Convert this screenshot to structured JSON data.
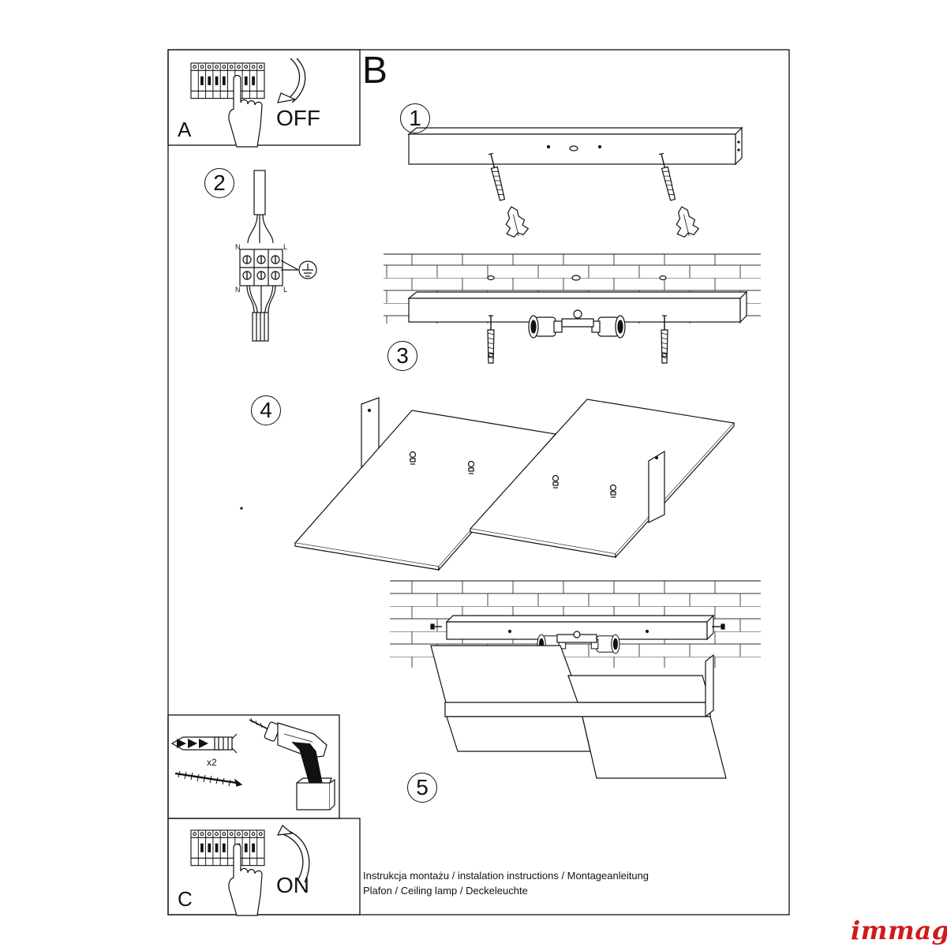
{
  "panels": {
    "a": {
      "letter": "A",
      "switch_state": "OFF"
    },
    "b": {
      "letter": "B"
    },
    "c": {
      "letter": "C",
      "switch_state": "ON"
    }
  },
  "steps": [
    "1",
    "2",
    "3",
    "4",
    "5"
  ],
  "wiring": {
    "top_left": "N",
    "top_right": "L",
    "bottom_left": "N",
    "bottom_right": "L"
  },
  "tools": {
    "anchor_count": "x2"
  },
  "footer": {
    "line1": "Instrukcja montażu / instalation instructions / Montageanleitung",
    "line2": "Plafon / Ceiling lamp / Deckeleuchte"
  },
  "brand": {
    "name": "immag",
    "color": "#d11a1a"
  },
  "icons": [
    "circuit-breaker-icon",
    "hand-icon",
    "curved-arrow-down-icon",
    "curved-arrow-up-icon",
    "drill-icon",
    "wall-plug-icon",
    "screw-icon",
    "ground-symbol-icon"
  ]
}
